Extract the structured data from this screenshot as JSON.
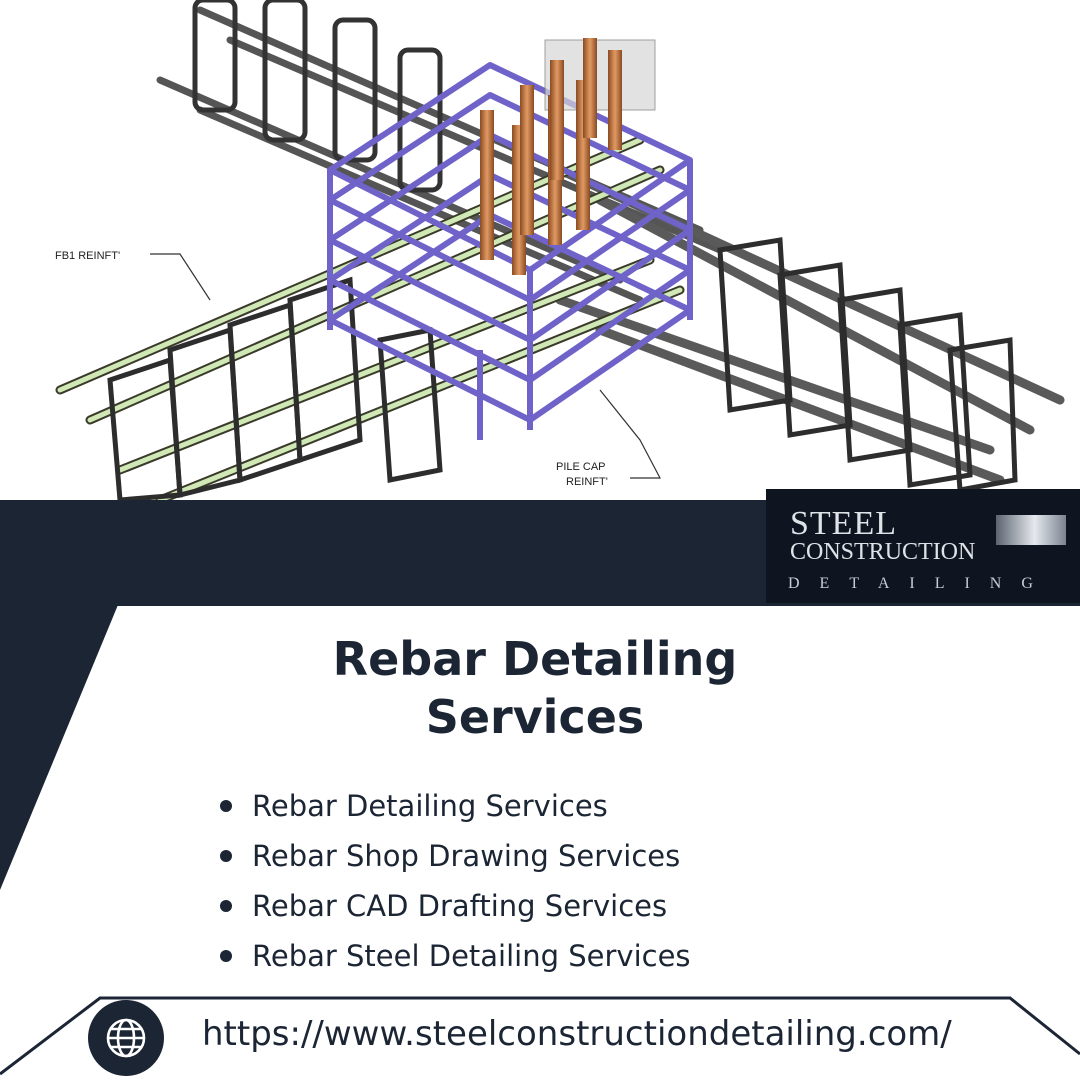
{
  "illustration": {
    "callout_beam": "FB1 REINFT'",
    "callout_pilecap_line1": "PILE CAP",
    "callout_pilecap_line2": "REINFT'"
  },
  "logo": {
    "line1": "STEEL",
    "line2": "CONSTRUCTION",
    "line3": "DETAILING"
  },
  "heading": {
    "line1": "Rebar Detailing",
    "line2": "Services"
  },
  "services": [
    "Rebar Detailing Services",
    "Rebar Shop Drawing Services",
    "Rebar CAD Drafting Services",
    "Rebar Steel Detailing Services"
  ],
  "footer": {
    "icon": "globe-icon",
    "url": "https://www.steelconstructiondetailing.com/"
  },
  "colors": {
    "navy": "#1b2534",
    "rebar_green": "#c8e6a8",
    "stirrup_purple": "#6f63c9",
    "anchor_copper": "#c97a45"
  }
}
